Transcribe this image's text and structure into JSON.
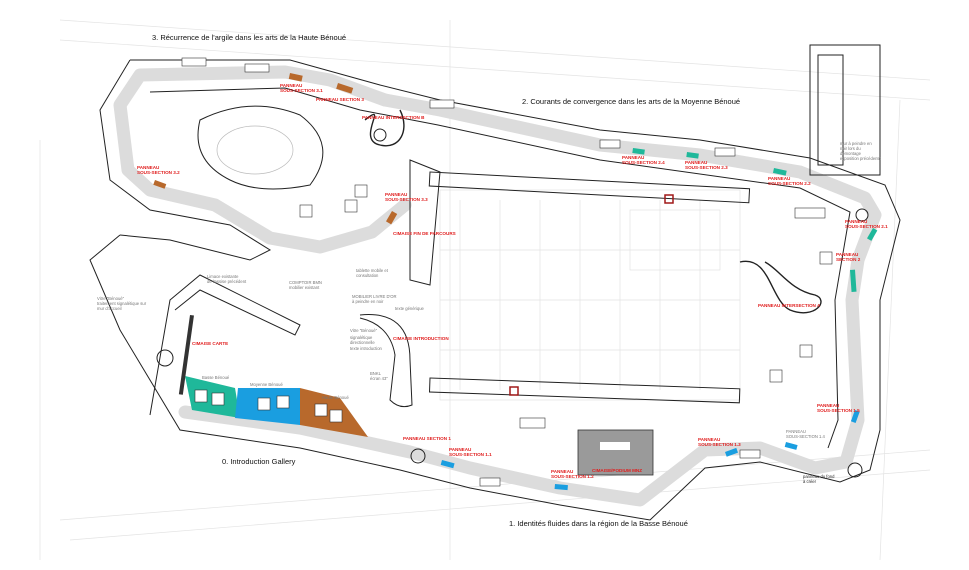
{
  "section_titles": {
    "s0": "0. Introduction Gallery",
    "s1": "1. Identités fluides dans la région de la Basse Bénoué",
    "s2": "2. Courants de convergence dans les arts de la Moyenne Bénoué",
    "s3": "3. Récurrence de l'argile dans les arts de la Haute Bénoué"
  },
  "panels": {
    "p31": [
      "PANNEAU",
      "SOUS-SECTION 3.1"
    ],
    "s3": "PANNEAU SECTION 3",
    "intB": "PANNEAU INTERSECTION B",
    "p32": [
      "PANNEAU",
      "SOUS-SECTION 3.2"
    ],
    "p33": [
      "PANNEAU",
      "SOUS-SECTION 3.3"
    ],
    "finParcours": "CIMAISE FIN DE PARCOURS",
    "p24": [
      "PANNEAU",
      "SOUS-SECTION 2.4"
    ],
    "p23": [
      "PANNEAU",
      "SOUS-SECTION 2.3"
    ],
    "p22": [
      "PANNEAU",
      "SOUS-SECTION 2.2"
    ],
    "p21": [
      "PANNEAU",
      "SOUS-SECTION 2.1"
    ],
    "s2": [
      "PANNEAU",
      "SECTION 2"
    ],
    "intA": "PANNEAU INTERSECTION A",
    "carte": "CIMAISE CARTE",
    "intro": "CIMAISE INTRODUCTION",
    "s1": "PANNEAU SECTION 1",
    "p11": [
      "PANNEAU",
      "SOUS-SECTION 1.1"
    ],
    "p12": [
      "PANNEAU",
      "SOUS-SECTION 1.2"
    ],
    "podium": "CIMAISE/PODIUM MNZ",
    "p13": [
      "PANNEAU",
      "SOUS-SECTION 1.3"
    ],
    "p14": [
      "PANNEAU",
      "SOUS-SECTION 1.4"
    ],
    "p15": [
      "PANNEAU",
      "SOUS-SECTION 1.5"
    ]
  },
  "notes": {
    "basse": "Basse Bénoué",
    "moyenne": "Moyenne Bénoué",
    "haute": "Haute Bénoué",
    "comptoir": [
      "COMPTOIR BMN",
      "mobilier existant"
    ],
    "limace": [
      "Limace existante",
      "de l'assise précédent"
    ],
    "vitreAccueil": [
      "Vitre \"Bénoué\"",
      "traitement signalétique sur",
      "mur d'accueil"
    ],
    "livreDor": [
      "MOBILIER LIVRE D'OR",
      "à peindre en noir"
    ],
    "texteGenerique": "texte générique",
    "vitreIntro": [
      "Vitre \"Bénoué\"",
      "signalétique",
      "directionnelle",
      "texte introduction"
    ],
    "ecran": [
      "BNKL",
      "écran 43\""
    ],
    "tablette": [
      "tablette mobile et",
      "consultation"
    ],
    "murNoir": [
      "mur à peindre en",
      "noir lors du",
      "démontage",
      "exposition précédente"
    ],
    "fond": [
      "panneau du fond",
      "à créer"
    ]
  },
  "colors": {
    "label_red": "#e01e1e",
    "walkway": "#dcdcdc",
    "basse_teal": "#1fb89a",
    "moyenne_blue": "#1a9ee0",
    "haute_brown": "#b8692c"
  }
}
